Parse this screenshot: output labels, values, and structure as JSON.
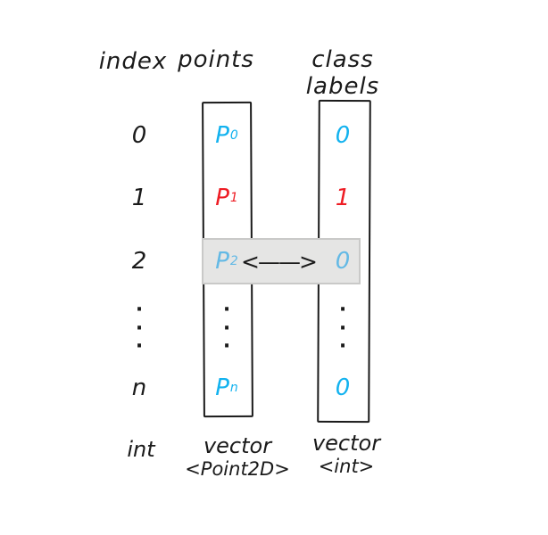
{
  "headers": {
    "index": "index",
    "points": "points",
    "class_labels": "class labels"
  },
  "rows": [
    {
      "index": "0",
      "point": "P",
      "point_sub": "0",
      "class_label": "0"
    },
    {
      "index": "1",
      "point": "P",
      "point_sub": "1",
      "class_label": "1"
    },
    {
      "index": "2",
      "point": "P",
      "point_sub": "2",
      "class_label": "0"
    },
    {
      "index": "n",
      "point": "P",
      "point_sub": "n",
      "class_label": "0"
    }
  ],
  "ellipsis": {
    "index": "·\n·\n·",
    "points": "·\n·\n·",
    "class_labels": "·\n·\n·"
  },
  "link_arrow": "<——>",
  "footer": {
    "index_type": "int",
    "points_type": {
      "line1": "vector",
      "line2": "<Point2D>"
    },
    "class_labels_type": {
      "line1": "vector",
      "line2": "<int>"
    }
  },
  "colors": {
    "ink": "#1a1a1a",
    "blue": "#12b2ef",
    "red": "#ee1c24",
    "lightblue": "#63b9e5",
    "highlight-bg": "#e5e5e4",
    "highlight-border": "#c9c9c8"
  }
}
